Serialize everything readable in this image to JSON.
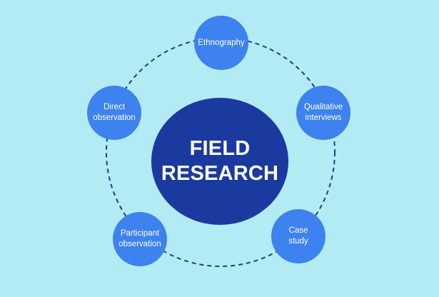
{
  "diagram": {
    "center": {
      "line1": "FIELD",
      "line2": "RESEARCH"
    },
    "nodes": [
      {
        "label": "Ethnography"
      },
      {
        "label": "Qualitative\ninterviews"
      },
      {
        "label": "Case\nstudy"
      },
      {
        "label": "Participant\nobservation"
      },
      {
        "label": "Direct\nobservation"
      }
    ]
  },
  "colors": {
    "background": "#b2ebf4",
    "node": "#3d82ee",
    "center": "#1a3aa0",
    "ring": "#1d3d8f"
  }
}
